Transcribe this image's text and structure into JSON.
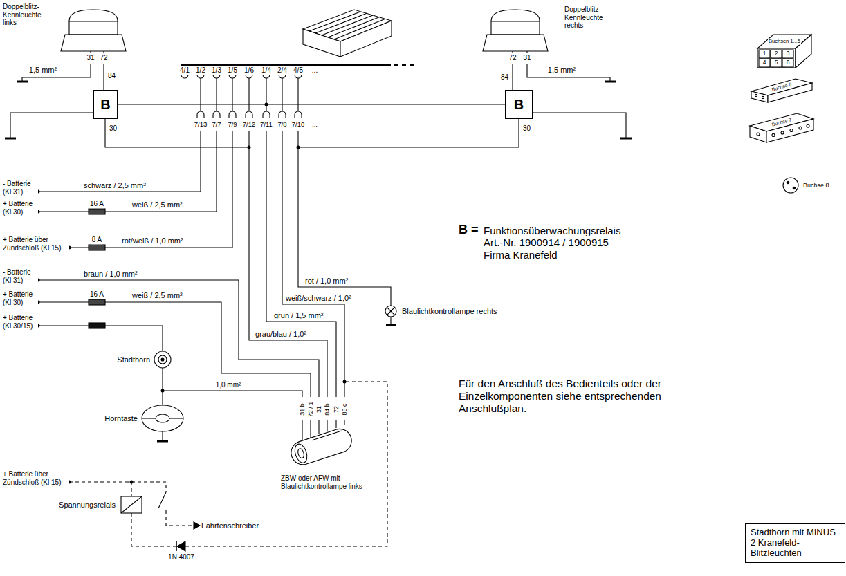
{
  "diagram": {
    "nodes": [
      {
        "text": [
          "B"
        ]
      },
      {
        "text": [
          "B"
        ]
      },
      {
        "text": [
          "Stadthorn mit MINUS 2 Kranefeld- Blitzleuchten"
        ]
      }
    ],
    "edges": [
      {
        "from": 0,
        "to": 1,
        "arrow": "none"
      }
    ],
    "labels": [
      "Doppelblitz- Kennleuchte links",
      "31",
      "72",
      "1,5 mm²",
      "84",
      "30",
      "4/1",
      "1/2",
      "1/3",
      "1/5",
      "1/6",
      "1/4",
      "2/4",
      "4/5",
      "...",
      "7/13",
      "7/7",
      "7/9",
      "7/12",
      "7/11",
      "7/8",
      "7/10",
      "...",
      "Doppelblitz- Kennleuchte rechts",
      "72",
      "31",
      "1,5 mm²",
      "84",
      "30",
      "Buchsen 1...5",
      "1",
      "2",
      "3",
      "4",
      "5",
      "6",
      "Buchse 6",
      "Buchse 7",
      "Buchse 8",
      "B =",
      "Funktionsüberwachungsrelais Art.-Nr. 1900914 / 1900915 Firma Kranefeld",
      "- Batterie (Kl 31)",
      "schwarz / 2,5 mm²",
      "+ Batterie (Kl 30)",
      "16 A",
      "weiß / 2,5 mm²",
      "+ Batterie über Zündschloß (Kl 15)",
      "8 A",
      "rot/weiß / 1,0 mm²",
      "- Batterie (Kl 31)",
      "braun / 1,0 mm²",
      "+ Batterie (Kl 30)",
      "16 A",
      "weiß / 2,5 mm²",
      "+ Batterie (Kl 30/15)",
      "rot / 1,0 mm²",
      "weiß/schwarz / 1,0²",
      "grün / 1,5 mm²",
      "grau/blau / 1,0²",
      "Blaulichtkontrollampe rechts",
      "Stadthorn",
      "1,0 mm²",
      "Horntaste",
      "31 b",
      "72 / 1",
      "31",
      "84 b",
      "72",
      "85 c",
      "ZBW oder AFW mit Blaulichtkontrollampe links",
      "+ Batterie über Zündschloß (Kl 15)",
      "Spannungsrelais",
      "Fahrtenschreiber",
      "1N 4007",
      "Für den Anschluß des Bedienteils oder der Einzelkomponenten siehe entsprechenden Anschlußplan."
    ]
  }
}
